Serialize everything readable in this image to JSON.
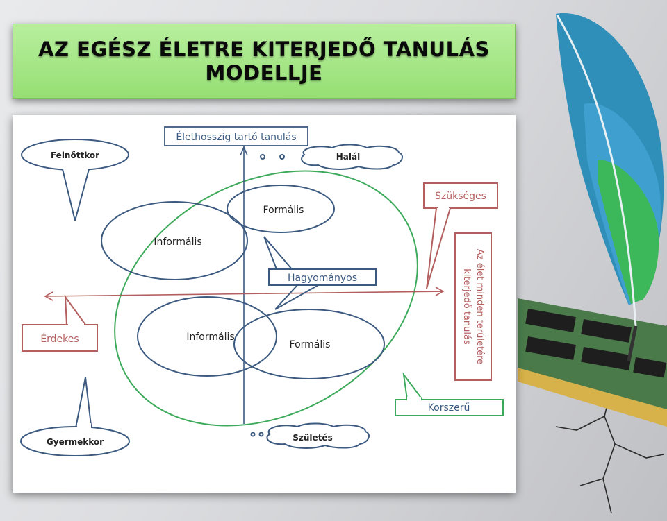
{
  "slide": {
    "title_line1": "AZ EGÉSZ ÉLETRE KITERJEDŐ TANULÁS",
    "title_line2": "MODELLJE"
  },
  "diagram": {
    "axis_label": "Élethosszig tartó tanulás",
    "callout_felnottkor": "Felnőttkor",
    "callout_gyermekkor": "Gyermekkor",
    "cloud_halal": "Halál",
    "cloud_szuletes": "Születés",
    "callout_szukseges": "Szükséges",
    "callout_erdekes": "Érdekes",
    "callout_korszeru": "Korszerű",
    "vertical_box": "Az élet minden területére kiterjedő tanulás",
    "vertical_line1": "Az élet minden területére",
    "vertical_line2": "kiterjedő tanulás",
    "hagyomanyos": "Hagyományos",
    "top_informalis": "Informális",
    "top_formalis": "Formális",
    "bottom_informalis": "Informális",
    "bottom_formalis": "Formális"
  },
  "colors": {
    "title_bg": "#a6e886",
    "blue": "#3c5a80",
    "red": "#b45f5f",
    "green": "#3caa5a"
  }
}
